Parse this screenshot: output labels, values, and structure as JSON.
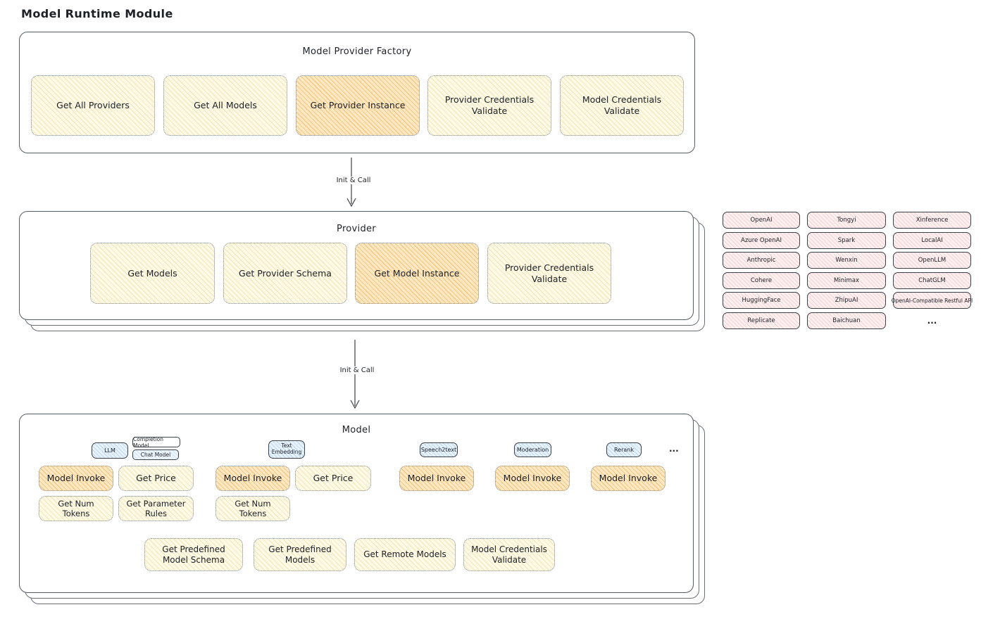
{
  "page_title": "Model Runtime Module",
  "factory": {
    "title": "Model Provider Factory",
    "boxes": [
      {
        "label": "Get All Providers"
      },
      {
        "label": "Get All Models"
      },
      {
        "label": "Get Provider Instance"
      },
      {
        "label": "Provider Credentials Validate"
      },
      {
        "label": "Model Credentials Validate"
      }
    ]
  },
  "arrows": {
    "init_call_1": "Init & Call",
    "init_call_2": "Init & Call"
  },
  "provider": {
    "title": "Provider",
    "boxes": [
      {
        "label": "Get Models"
      },
      {
        "label": "Get Provider Schema"
      },
      {
        "label": "Get Model Instance"
      },
      {
        "label": "Provider Credentials Validate"
      }
    ]
  },
  "provider_list": {
    "items": [
      "OpenAI",
      "Tongyi",
      "Xinference",
      "Azure OpenAI",
      "Spark",
      "LocalAI",
      "Anthropic",
      "Wenxin",
      "OpenLLM",
      "Cohere",
      "Minimax",
      "ChatGLM",
      "HuggingFace",
      "ZhipuAI",
      "OpenAI-Compatible Restful API",
      "Replicate",
      "Baichuan"
    ],
    "more": "..."
  },
  "model": {
    "title": "Model",
    "tabs": {
      "llm": "LLM",
      "completion_model": "Completion Model",
      "chat_model": "Chat Model",
      "text_embedding": "Text Embedding",
      "speech2text": "Speech2text",
      "moderation": "Moderation",
      "rerank": "Rerank",
      "more": "..."
    },
    "llm_boxes": [
      "Model Invoke",
      "Get Price",
      "Get Num Tokens",
      "Get Parameter Rules"
    ],
    "embedding_boxes": [
      "Model Invoke",
      "Get Price",
      "Get Num Tokens"
    ],
    "speech2text_boxes": [
      "Model Invoke"
    ],
    "moderation_boxes": [
      "Model Invoke"
    ],
    "rerank_boxes": [
      "Model Invoke"
    ],
    "bottom_boxes": [
      "Get Predefined Model Schema",
      "Get Predefined Models",
      "Get Remote Models",
      "Model Credentials Validate"
    ]
  },
  "colors": {
    "yellow_fill": "#fdf9e7",
    "orange_fill": "#fce8c2",
    "pink_fill": "#fdf0f0",
    "blue_fill": "#e7f2fc",
    "outline": "#565c63"
  }
}
